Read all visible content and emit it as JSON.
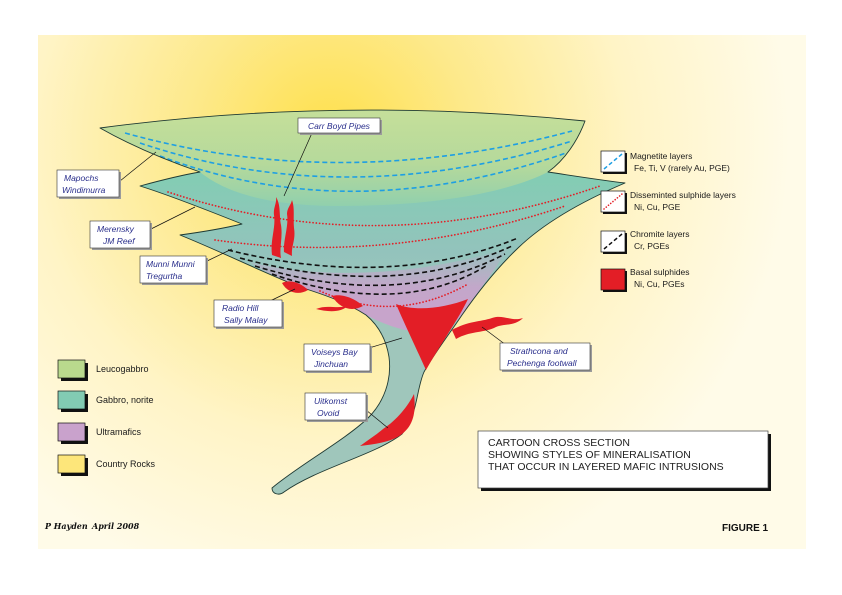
{
  "diagram_labels": [
    {
      "lines": [
        "Carr Boyd Pipes"
      ]
    },
    {
      "lines": [
        "Mapochs",
        "Windimurra"
      ]
    },
    {
      "lines": [
        "Merensky",
        "JM Reef"
      ]
    },
    {
      "lines": [
        "Munni Munni",
        "Tregurtha"
      ]
    },
    {
      "lines": [
        "Radio Hill",
        "Sally Malay"
      ]
    },
    {
      "lines": [
        "Voiseys Bay",
        "Jinchuan"
      ]
    },
    {
      "lines": [
        "Strathcona and",
        "Pechenga footwall"
      ]
    },
    {
      "lines": [
        "Uitkomst",
        "Ovoid"
      ]
    }
  ],
  "mineral_legend": [
    {
      "title": "Magnetite layers",
      "detail": "Fe, Ti, V (rarely Au, PGE)",
      "icon": "blue-dashed-line-icon",
      "color": "#1e9fe3"
    },
    {
      "title": "Disseminted sulphide layers",
      "detail": "Ni, Cu, PGE",
      "icon": "red-dotted-line-icon",
      "color": "#e31e26"
    },
    {
      "title": "Chromite layers",
      "detail": "Cr, PGEs",
      "icon": "black-dashed-line-icon",
      "color": "#111111"
    },
    {
      "title": "Basal sulphides",
      "detail": "Ni, Cu, PGEs",
      "icon": "red-fill-swatch-icon",
      "color": "#e31e26"
    }
  ],
  "rock_legend": [
    {
      "label": "Leucogabbro",
      "color": "#b9d98d"
    },
    {
      "label": "Gabbro, norite",
      "color": "#82cbb3"
    },
    {
      "label": "Ultramafics",
      "color": "#c9a2cc"
    },
    {
      "label": "Country Rocks",
      "color": "#fde67a"
    }
  ],
  "title_lines": [
    "CARTOON CROSS SECTION",
    "SHOWING STYLES OF MINERALISATION",
    "THAT OCCUR IN LAYERED MAFIC INTRUSIONS"
  ],
  "credit": {
    "author": "P Hayden",
    "date": "April 2008"
  },
  "figure_label": "FIGURE 1"
}
